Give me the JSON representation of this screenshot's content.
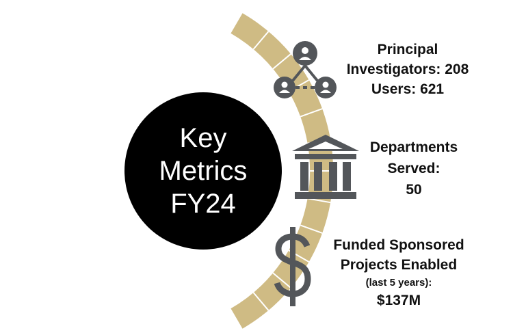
{
  "center": {
    "line1": "Key",
    "line2": "Metrics",
    "line3": "FY24"
  },
  "metrics": [
    {
      "icon": "people-network-icon",
      "line1": "Principal",
      "line2": "Investigators: 208",
      "line3": "Users: 621"
    },
    {
      "icon": "building-columns-icon",
      "line1": "Departments",
      "line2": "Served:",
      "line3": "50"
    },
    {
      "icon": "dollar-sign-icon",
      "line1": "Funded Sponsored",
      "line2": "Projects Enabled",
      "note": "(last 5 years):",
      "line3": "$137M"
    }
  ],
  "colors": {
    "arc": "#CFBB84",
    "arc_divider": "#ffffff",
    "circle": "#000000",
    "icon": "#53565A",
    "text": "#111111"
  }
}
